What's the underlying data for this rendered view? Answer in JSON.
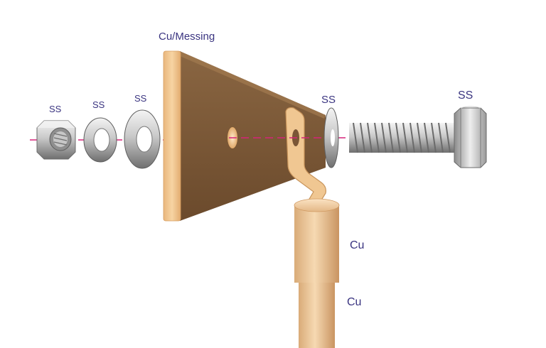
{
  "labels": {
    "busbar": "Cu/Messing",
    "nut": "SS",
    "washer_1": "SS",
    "washer_2": "SS",
    "washer_3": "SS",
    "bolt": "SS",
    "cable_lug": "Cu",
    "cable": "Cu"
  },
  "colors": {
    "label_text": "#3a3480",
    "axis_line": "#d6237a",
    "busbar_face": "#7c5a38",
    "busbar_edge": "#f0c28a",
    "copper_light": "#f3d2a6",
    "copper_dark": "#c89a68",
    "steel_light": "#e6e6e6",
    "steel_dark": "#7a7a7a"
  }
}
